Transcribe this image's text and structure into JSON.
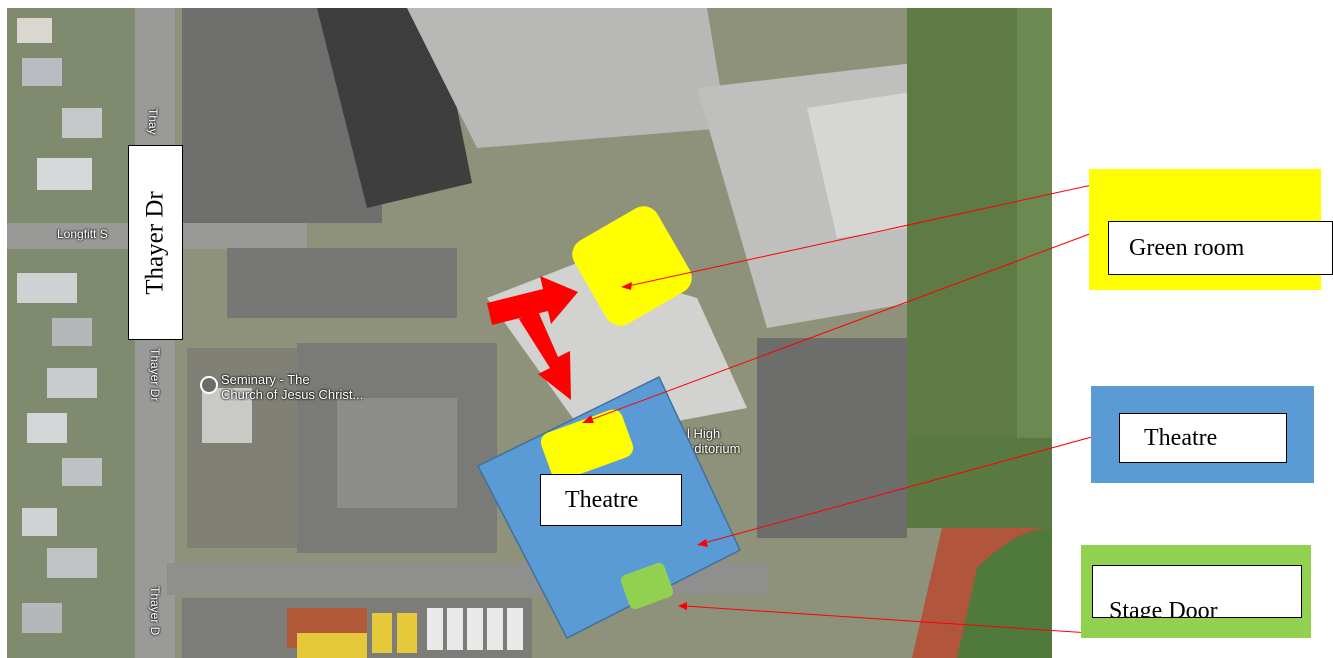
{
  "map": {
    "street_labels": {
      "thayer_top": "Thay",
      "thayer_mid": "Thayer Dr",
      "thayer_bottom": "Thayer D",
      "longfitt": "Longfitt S"
    },
    "poi": {
      "seminary_line1": "Seminary - The",
      "seminary_line2": "Church of Jesus Christ...",
      "auditorium_line1": "l High",
      "auditorium_line2": "uditorium"
    }
  },
  "annotations": {
    "street_box": "Thayer Dr",
    "theatre_box": "Theatre"
  },
  "legend": {
    "green_room": {
      "label": "Green room",
      "color": "#ffff00"
    },
    "theatre": {
      "label": "Theatre",
      "color": "#5b9bd5"
    },
    "stage_door": {
      "label": "Stage Door",
      "color": "#92d050"
    }
  },
  "colors": {
    "arrow": "#ff0000",
    "leader_line": "#ff0000"
  }
}
